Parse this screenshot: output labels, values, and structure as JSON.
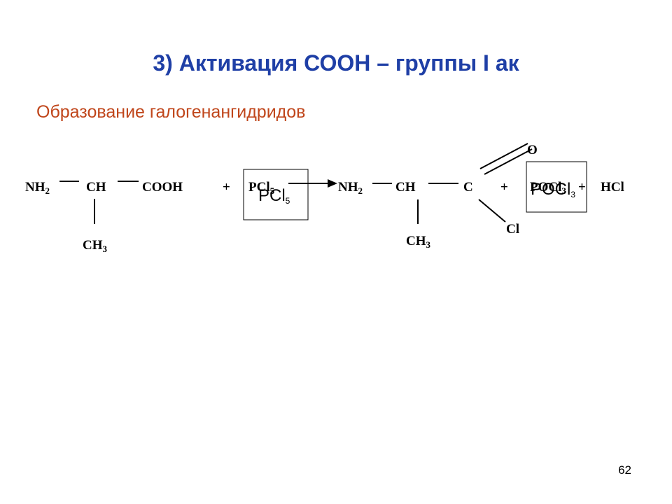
{
  "slide": {
    "title": "3) Активация СООН – группы I ак",
    "subtitle": "Образование галогенангидридов",
    "page_number": "62",
    "colors": {
      "title": "#1f3fa6",
      "subtitle": "#c0461b",
      "text": "#000000"
    }
  },
  "reaction": {
    "reactant": {
      "nh": "NH",
      "two": "2",
      "ch": "CH",
      "cooh": "COOH",
      "ch3_c": "CH",
      "ch3_3": "3"
    },
    "plus_1": "+",
    "reagent_text": "PCl",
    "reagent_sub": "5",
    "reagent_box": {
      "main": "PCl",
      "sub": "5"
    },
    "product": {
      "nh": "NH",
      "two": "2",
      "ch": "CH",
      "c": "C",
      "o": "O",
      "cl": "Cl",
      "ch3_c": "CH",
      "ch3_3": "3"
    },
    "plus_2": "+",
    "byproduct_text": "POCl",
    "byproduct_sub": "3",
    "byproduct_box": {
      "main": "POCl",
      "sub": "3"
    },
    "plus_3": "+",
    "hcl": "HCl"
  }
}
